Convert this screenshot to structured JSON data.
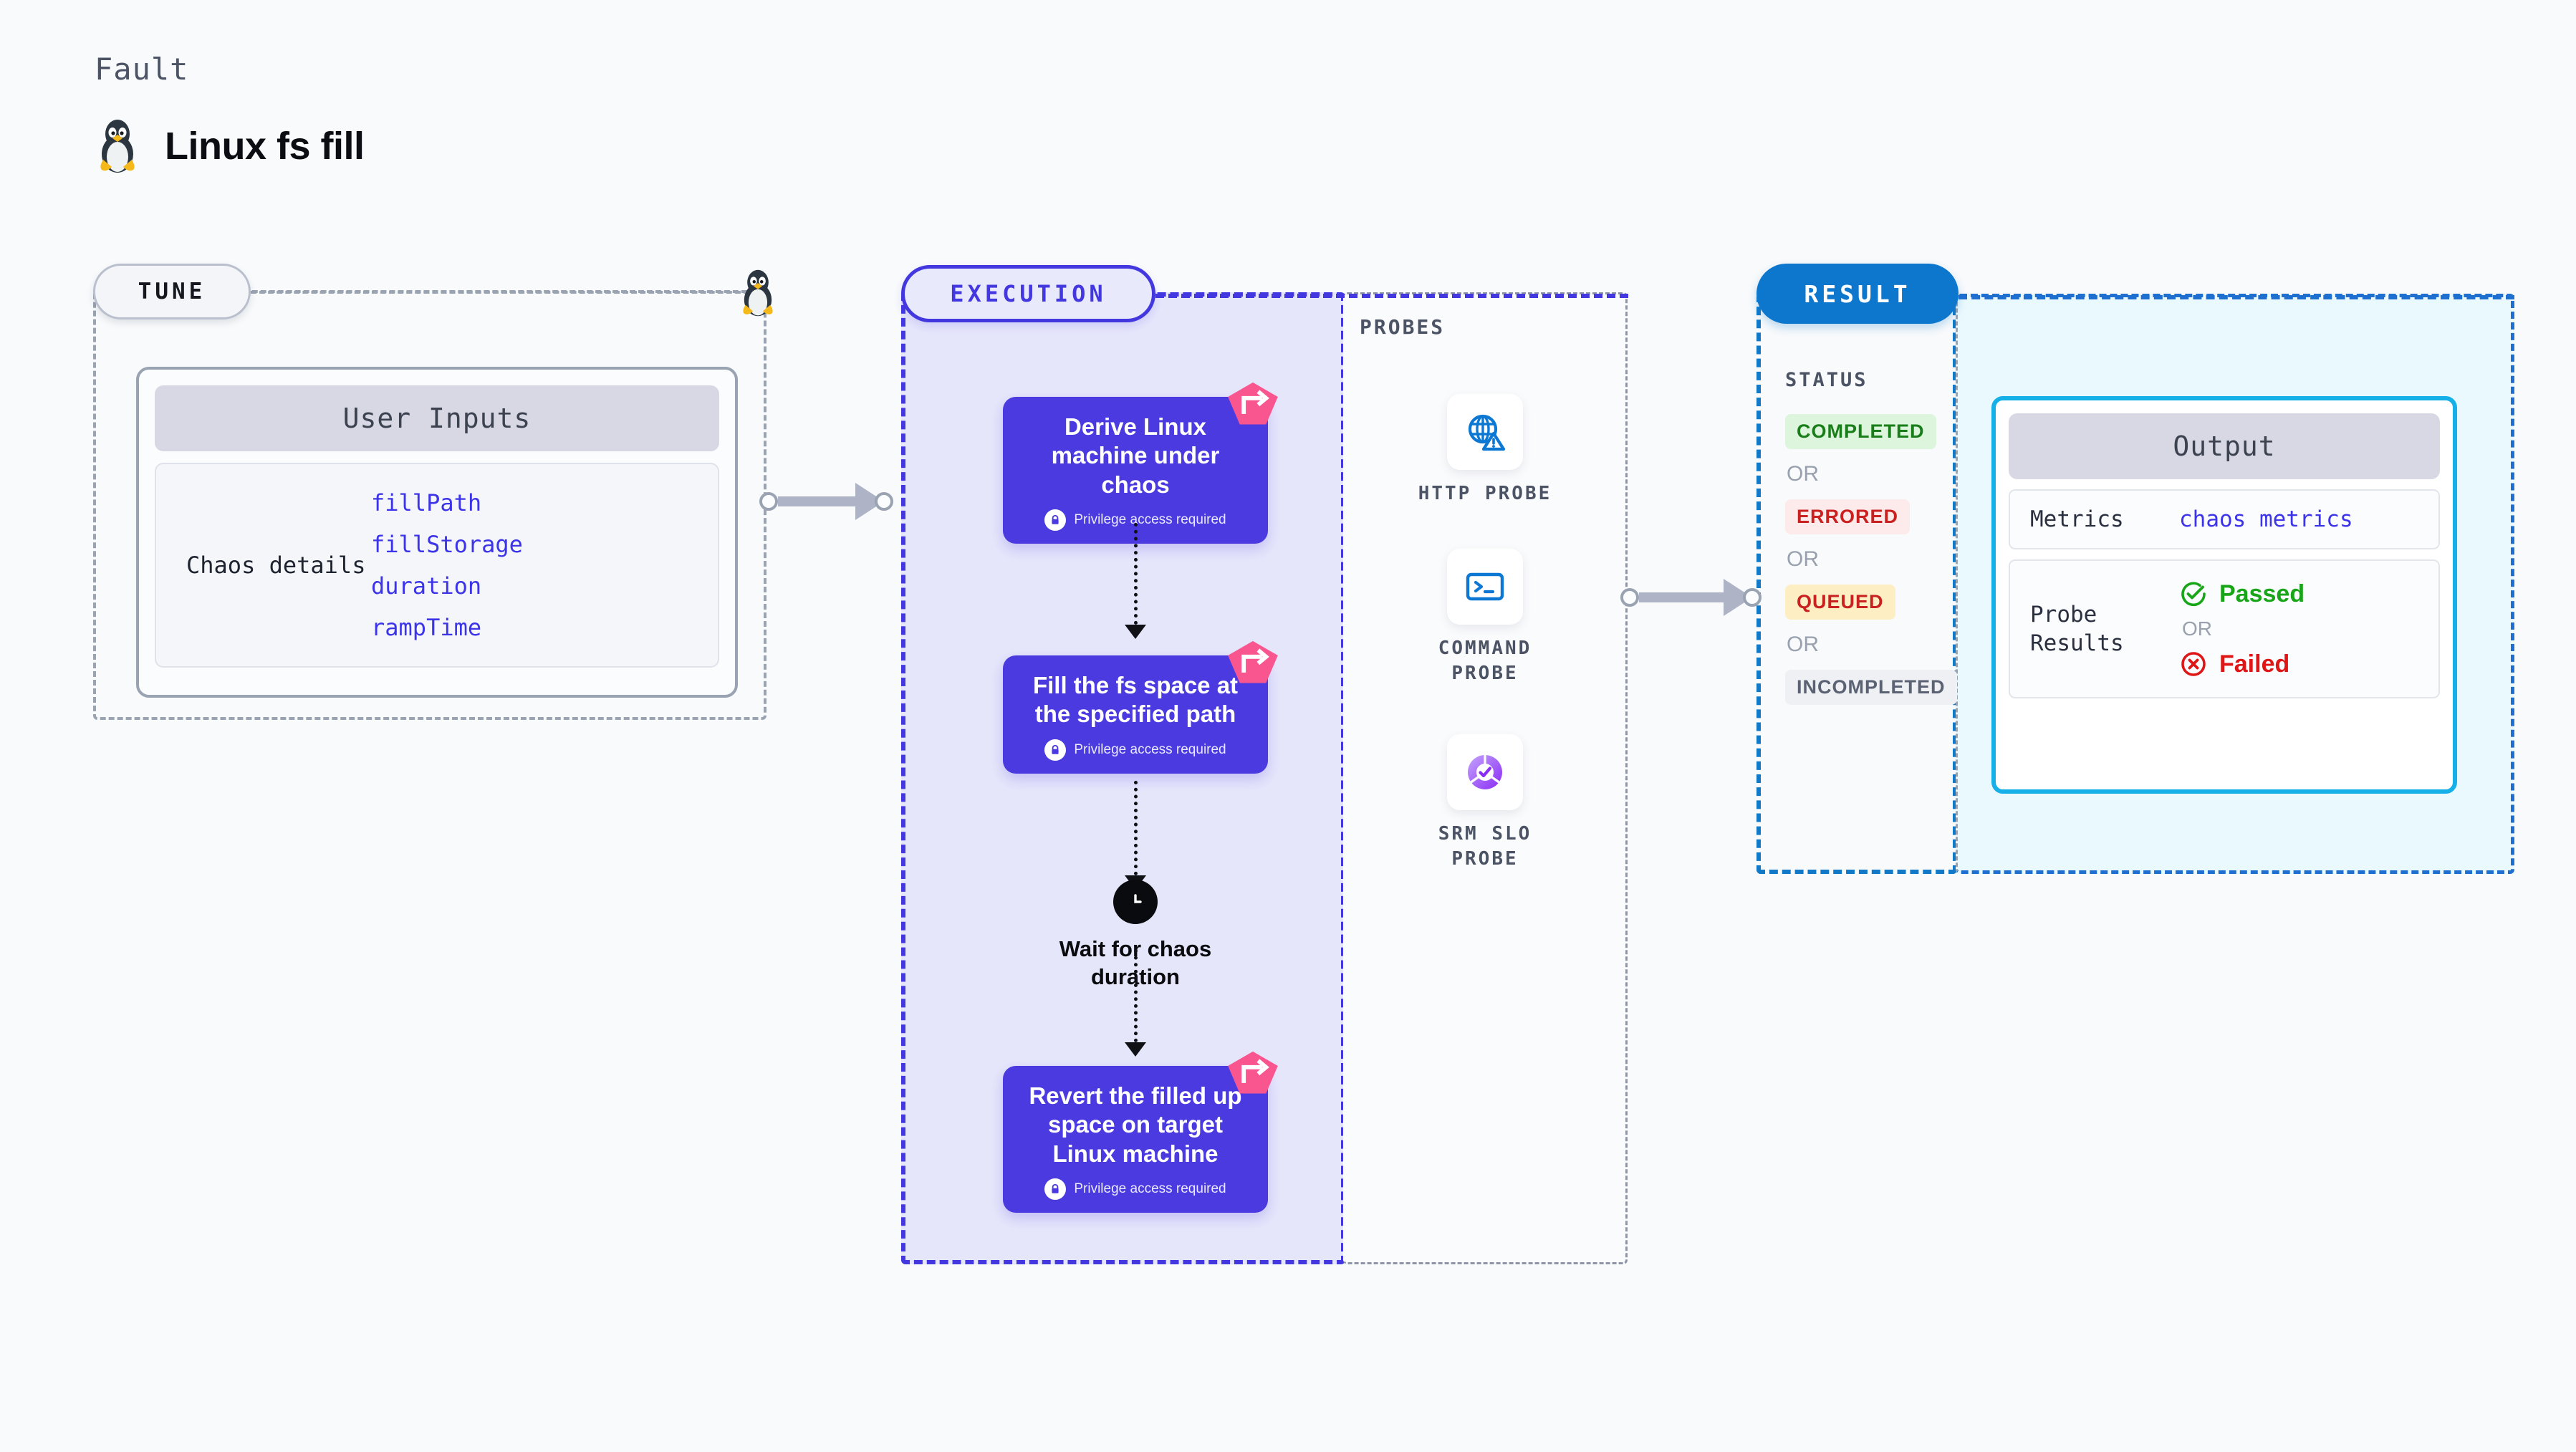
{
  "header": {
    "kicker": "Fault",
    "title": "Linux fs fill",
    "icon": "tux-penguin-icon"
  },
  "tune": {
    "stage_label": "TUNE",
    "card_header": "User Inputs",
    "params_key": "Chaos details",
    "params": [
      "fillPath",
      "fillStorage",
      "duration",
      "rampTime"
    ],
    "edge_icon": "tux-penguin-icon"
  },
  "execution": {
    "stage_label": "EXECUTION",
    "privilege_note": "Privilege access required",
    "steps": [
      {
        "title": "Derive Linux machine under chaos",
        "privileged": true,
        "badge": "chaos-ribbon-icon"
      },
      {
        "title": "Fill the fs space at the specified path",
        "privileged": true,
        "badge": "chaos-ribbon-icon"
      },
      {
        "title": "Revert the filled up space on target Linux machine",
        "privileged": true,
        "badge": "chaos-ribbon-icon"
      }
    ],
    "wait_node": {
      "icon": "clock-icon",
      "label": "Wait for chaos duration"
    }
  },
  "probes": {
    "section_label": "PROBES",
    "items": [
      {
        "name": "HTTP PROBE",
        "icon": "globe-warning-icon"
      },
      {
        "name": "COMMAND PROBE",
        "icon": "terminal-icon"
      },
      {
        "name": "SRM SLO PROBE",
        "icon": "slo-donut-check-icon"
      }
    ]
  },
  "result": {
    "stage_label": "RESULT",
    "status_label": "STATUS",
    "or_label": "OR",
    "statuses": [
      {
        "label": "COMPLETED",
        "style": "completed"
      },
      {
        "label": "ERRORED",
        "style": "errored"
      },
      {
        "label": "QUEUED",
        "style": "queued"
      },
      {
        "label": "INCOMPLETED",
        "style": "incompleted"
      }
    ]
  },
  "output": {
    "card_header": "Output",
    "metrics_key": "Metrics",
    "metrics_value": "chaos metrics",
    "probe_results_key": "Probe Results",
    "passed_label": "Passed",
    "failed_label": "Failed",
    "or_label": "OR"
  },
  "colors": {
    "execution_purple": "#4338e0",
    "step_card": "#4a3ae0",
    "result_blue": "#0d77cd",
    "output_cyan": "#15b0e8",
    "ribbon_pink": "#f9558f",
    "param_blue": "#3c34e8",
    "passed_green": "#18a518",
    "failed_red": "#df1616"
  }
}
